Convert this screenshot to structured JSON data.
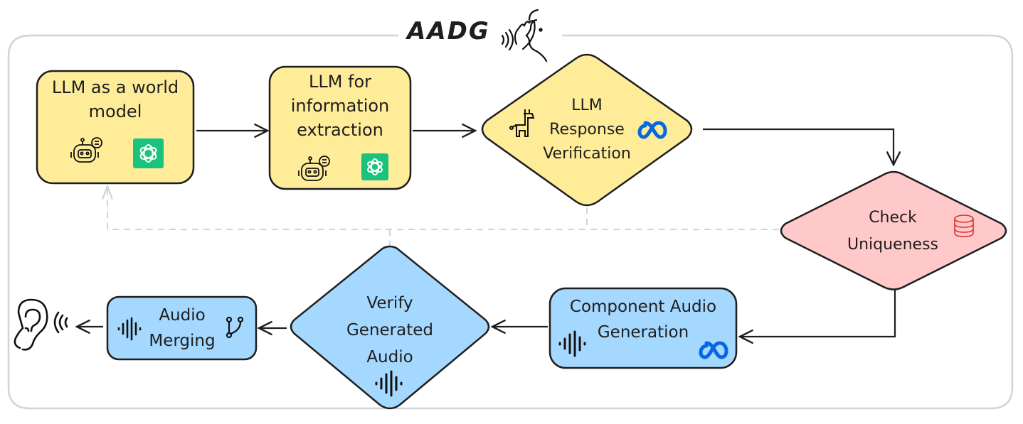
{
  "title": "AADG",
  "colors": {
    "yellow_fill": "#ffec99",
    "pink_fill": "#ffc9c9",
    "blue_fill": "#a5d8ff",
    "stroke": "#1e1e1e",
    "frame": "#ced4da",
    "feedback": "#ced4da",
    "openai_green": "#10a37f",
    "meta_blue": "#0668e1",
    "db_red": "#e03131"
  },
  "nodes": {
    "world_model": {
      "label_line1": "LLM as a world",
      "label_line2": "model",
      "shape": "rounded-rect",
      "icons": [
        "robot-chat-icon",
        "openai-icon"
      ]
    },
    "info_extraction": {
      "label_line1": "LLM for",
      "label_line2": "information",
      "label_line3": "extraction",
      "shape": "rounded-rect",
      "icons": [
        "robot-chat-icon",
        "openai-icon"
      ]
    },
    "response_verification": {
      "label_line1": "LLM",
      "label_line2": "Response",
      "label_line3": "Verification",
      "shape": "diamond",
      "icons": [
        "llama-icon",
        "meta-icon"
      ]
    },
    "check_uniqueness": {
      "label_line1": "Check",
      "label_line2": "Uniqueness",
      "shape": "diamond",
      "icons": [
        "database-icon"
      ]
    },
    "component_audio": {
      "label_line1": "Component Audio",
      "label_line2": "Generation",
      "shape": "rounded-rect",
      "icons": [
        "sound-wave-icon",
        "meta-icon"
      ]
    },
    "verify_audio": {
      "label_line1": "Verify",
      "label_line2": "Generated",
      "label_line3": "Audio",
      "shape": "diamond",
      "icons": [
        "sound-wave-icon"
      ]
    },
    "audio_merging": {
      "label_line1": "Audio",
      "label_line2": "Merging",
      "shape": "rounded-rect",
      "icons": [
        "sound-wave-icon",
        "git-merge-icon"
      ]
    }
  },
  "edges": [
    {
      "from": "world_model",
      "to": "info_extraction",
      "style": "solid"
    },
    {
      "from": "info_extraction",
      "to": "response_verification",
      "style": "solid"
    },
    {
      "from": "response_verification",
      "to": "check_uniqueness",
      "style": "solid"
    },
    {
      "from": "check_uniqueness",
      "to": "component_audio",
      "style": "solid"
    },
    {
      "from": "component_audio",
      "to": "verify_audio",
      "style": "solid"
    },
    {
      "from": "verify_audio",
      "to": "audio_merging",
      "style": "solid"
    },
    {
      "from": "audio_merging",
      "to": "listener",
      "style": "solid"
    },
    {
      "from": "response_verification",
      "to": "world_model",
      "style": "dashed"
    },
    {
      "from": "check_uniqueness",
      "to": "world_model",
      "style": "dashed"
    },
    {
      "from": "verify_audio",
      "to": "world_model",
      "style": "dashed"
    }
  ],
  "endpoint": {
    "icon": "ear-icon"
  },
  "title_icon": "listening-ear-icon"
}
